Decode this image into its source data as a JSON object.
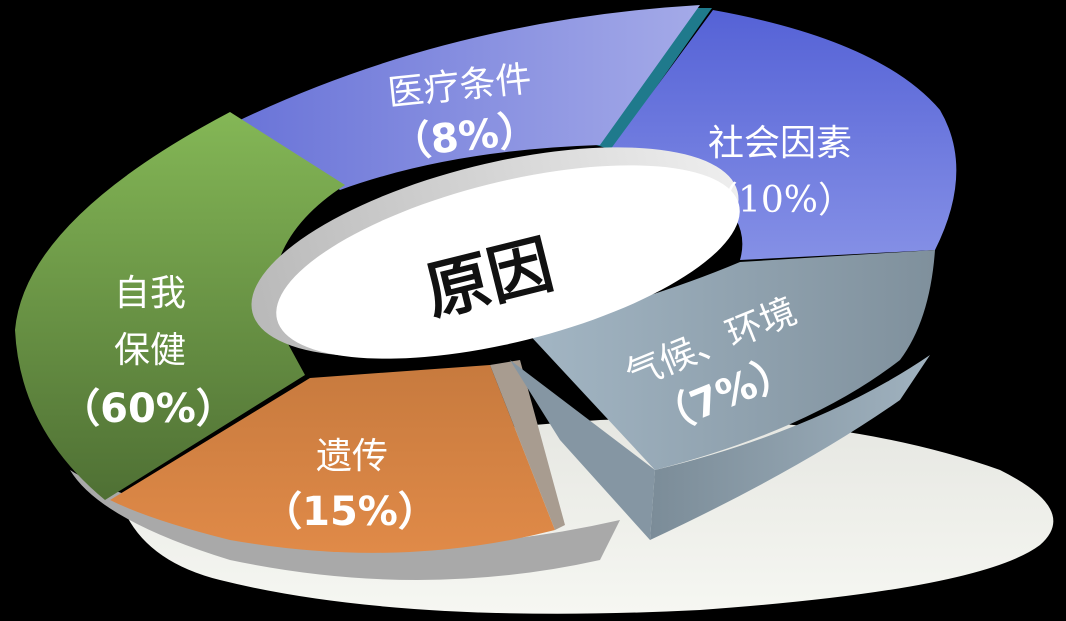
{
  "chart_data": {
    "type": "pie",
    "style": "3d exploded donut",
    "title": "原因",
    "categories": [
      "自我保健",
      "遗传",
      "气候、环境",
      "社会因素",
      "医疗条件"
    ],
    "values": [
      60,
      15,
      7,
      10,
      8
    ],
    "unit": "%",
    "colors": [
      "#6e9e48",
      "#d07f41",
      "#97adbd",
      "#6b79dc",
      "#8e98e2"
    ],
    "legend": "none (labels on slices)"
  },
  "center": {
    "label": "原因"
  },
  "slices": [
    {
      "name": "自我保健",
      "line1": "自我",
      "line2": "保健",
      "pct": "（60%）",
      "color": "#6e9e48"
    },
    {
      "name": "遗传",
      "line1": "遗传",
      "pct": "（15%）",
      "color": "#d07f41"
    },
    {
      "name": "气候、环境",
      "line1": "气候、环境",
      "pct": "（7%）",
      "color": "#97adbd"
    },
    {
      "name": "社会因素",
      "line1": "社会因素",
      "pct": "（10%）",
      "color": "#6b79dc"
    },
    {
      "name": "医疗条件",
      "line1": "医疗条件",
      "pct": "（8%）",
      "color": "#8e98e2"
    }
  ]
}
